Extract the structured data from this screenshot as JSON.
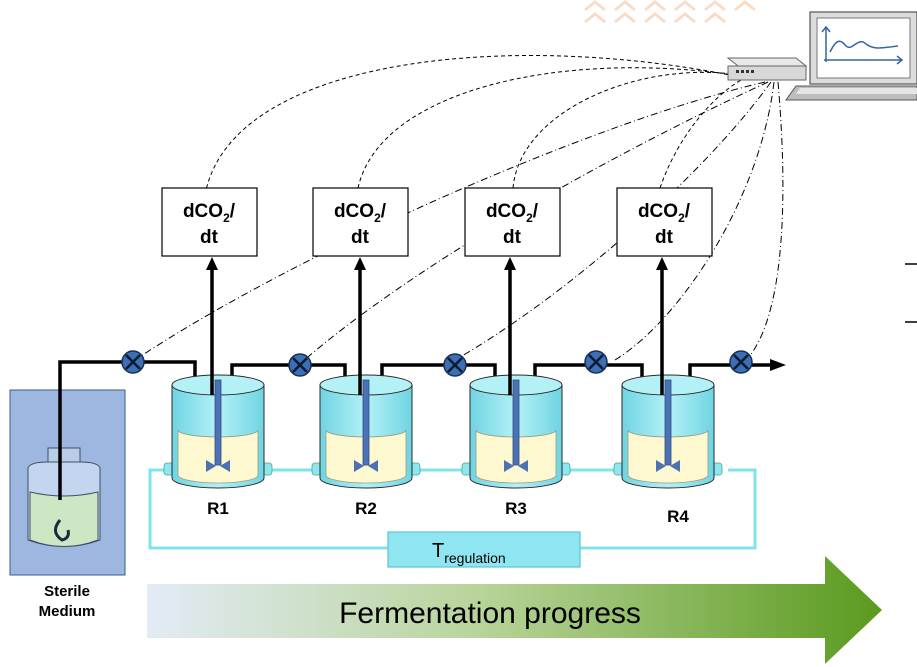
{
  "sensor_label": {
    "line1": "dCO",
    "sub": "2",
    "slash": "/",
    "line2": "dt"
  },
  "reactors": [
    "R1",
    "R2",
    "R3",
    "R4"
  ],
  "medium": {
    "line1": "Sterile",
    "line2": "Medium"
  },
  "regulation": {
    "main": "T",
    "sub": "regulation"
  },
  "progress_label": "Fermentation progress",
  "colors": {
    "reactor_fill": "#8fe6f0",
    "liquid_fill": "#fdf8d0",
    "loop_line": "#7fe3ec",
    "valve_fill": "#3b6fb6",
    "medium_box": "#9db7e0",
    "arrow_start": "#dde7f4",
    "arrow_end": "#5a9a1e",
    "deco": "#f6c8a8"
  },
  "icons": [
    "valve-icon",
    "computer-icon",
    "router-icon",
    "chart-icon",
    "stirrer-icon",
    "bottle-icon"
  ]
}
